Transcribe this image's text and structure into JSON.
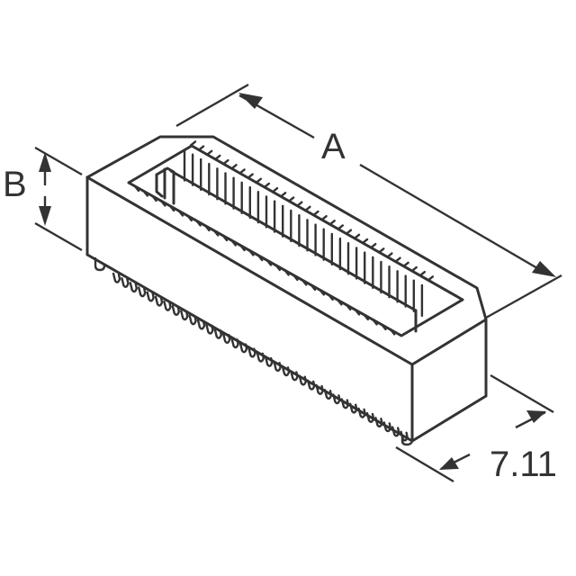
{
  "figure": {
    "type": "isometric component outline drawing",
    "subject": "dual-row board-to-board connector (receptacle)",
    "line_color": "#333333",
    "background": "#ffffff"
  },
  "dimensions": {
    "length_label": "A",
    "height_label": "B",
    "width_value": "7.11"
  },
  "chart_data": {
    "type": "diagram",
    "title": "",
    "annotations": [
      {
        "label": "A",
        "meaning": "overall length dimension"
      },
      {
        "label": "B",
        "meaning": "overall height dimension"
      },
      {
        "label": "7.11",
        "meaning": "overall width dimension"
      }
    ]
  }
}
